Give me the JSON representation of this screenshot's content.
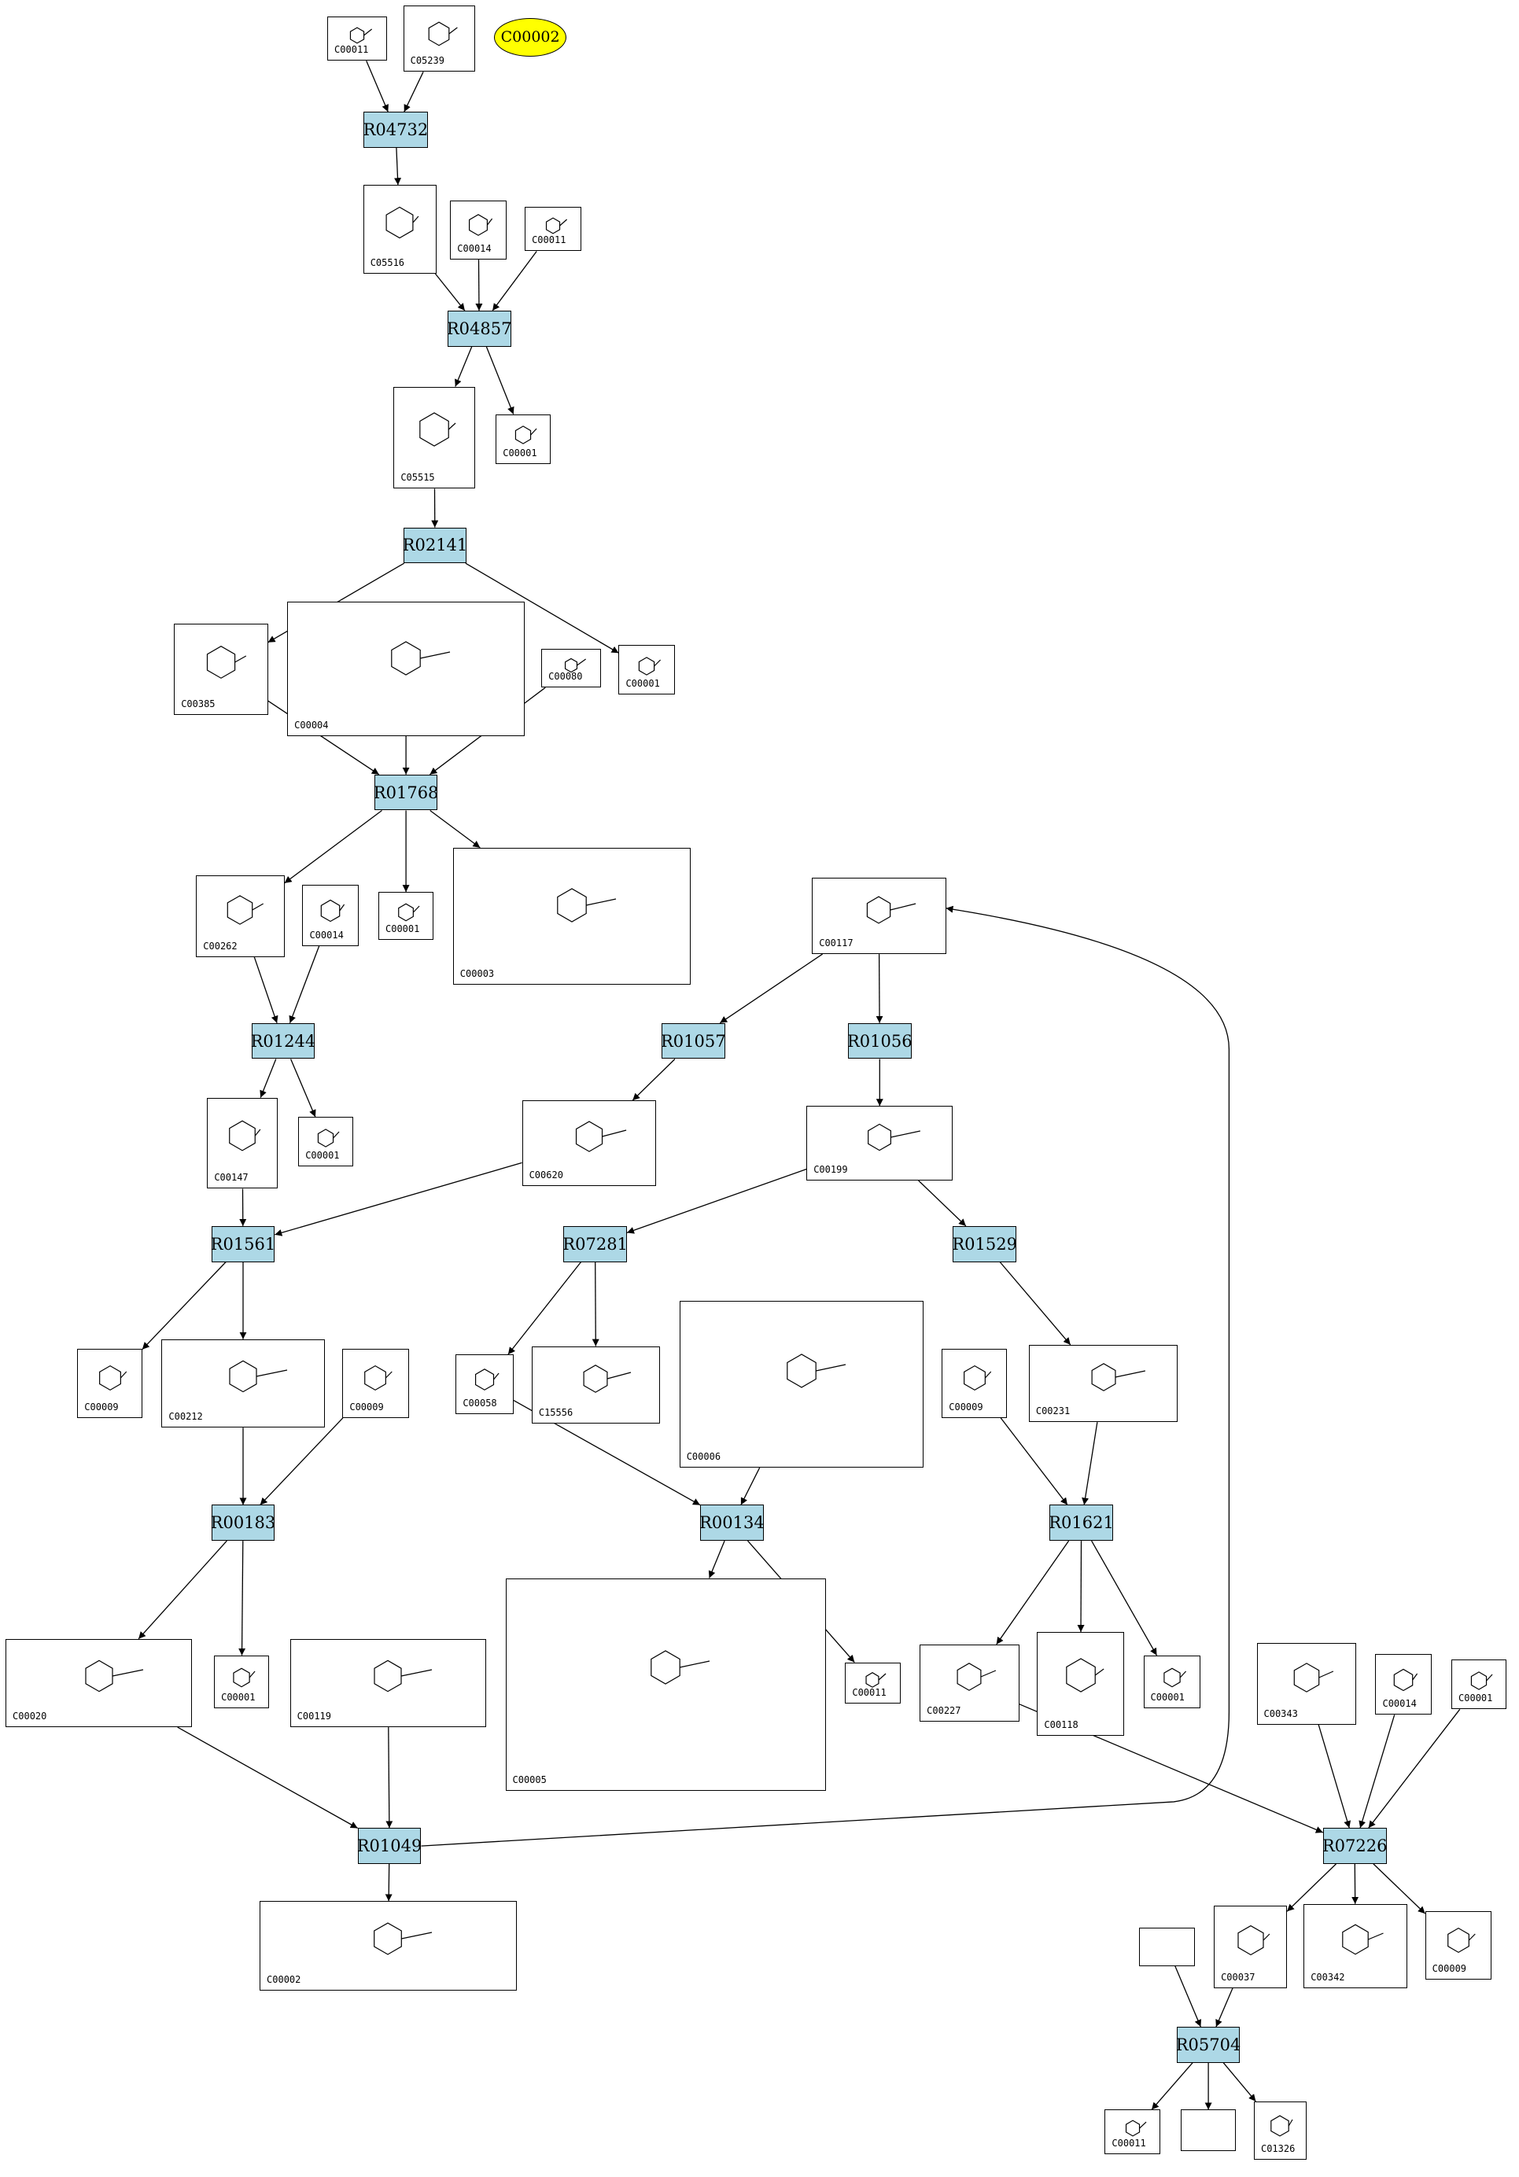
{
  "colors": {
    "reaction_fill": "#add8e6",
    "highlight_fill": "#ffff00",
    "edge": "#000000"
  },
  "nodes": [
    {
      "id": "a_c00011",
      "label": "C00011",
      "kind": "compound"
    },
    {
      "id": "a_c05239",
      "label": "C05239",
      "kind": "compound"
    },
    {
      "id": "hl_c00002",
      "label": "C00002",
      "kind": "highlight"
    },
    {
      "id": "r04732",
      "label": "R04732",
      "kind": "reaction"
    },
    {
      "id": "a_c05516",
      "label": "C05516",
      "kind": "compound"
    },
    {
      "id": "a_c00014",
      "label": "C00014",
      "kind": "compound"
    },
    {
      "id": "b_c00011",
      "label": "C00011",
      "kind": "compound"
    },
    {
      "id": "r04857",
      "label": "R04857",
      "kind": "reaction"
    },
    {
      "id": "a_c05515",
      "label": "C05515",
      "kind": "compound"
    },
    {
      "id": "a_c00001",
      "label": "C00001",
      "kind": "compound"
    },
    {
      "id": "r02141",
      "label": "R02141",
      "kind": "reaction"
    },
    {
      "id": "a_c00385",
      "label": "C00385",
      "kind": "compound"
    },
    {
      "id": "a_c00004",
      "label": "C00004",
      "kind": "compound"
    },
    {
      "id": "a_c00080",
      "label": "C00080",
      "kind": "compound"
    },
    {
      "id": "b_c00001",
      "label": "C00001",
      "kind": "compound"
    },
    {
      "id": "r01768",
      "label": "R01768",
      "kind": "reaction"
    },
    {
      "id": "a_c00262",
      "label": "C00262",
      "kind": "compound"
    },
    {
      "id": "b_c00014",
      "label": "C00014",
      "kind": "compound"
    },
    {
      "id": "c_c00001",
      "label": "C00001",
      "kind": "compound"
    },
    {
      "id": "a_c00003",
      "label": "C00003",
      "kind": "compound"
    },
    {
      "id": "a_c00117",
      "label": "C00117",
      "kind": "compound"
    },
    {
      "id": "r01057",
      "label": "R01057",
      "kind": "reaction"
    },
    {
      "id": "r01056",
      "label": "R01056",
      "kind": "reaction"
    },
    {
      "id": "r01244",
      "label": "R01244",
      "kind": "reaction"
    },
    {
      "id": "a_c00147",
      "label": "C00147",
      "kind": "compound"
    },
    {
      "id": "d_c00001",
      "label": "C00001",
      "kind": "compound"
    },
    {
      "id": "a_c00620",
      "label": "C00620",
      "kind": "compound"
    },
    {
      "id": "a_c00199",
      "label": "C00199",
      "kind": "compound"
    },
    {
      "id": "r01561",
      "label": "R01561",
      "kind": "reaction"
    },
    {
      "id": "r07281",
      "label": "R07281",
      "kind": "reaction"
    },
    {
      "id": "r01529",
      "label": "R01529",
      "kind": "reaction"
    },
    {
      "id": "a_c00009",
      "label": "C00009",
      "kind": "compound"
    },
    {
      "id": "a_c00212",
      "label": "C00212",
      "kind": "compound"
    },
    {
      "id": "b_c00009",
      "label": "C00009",
      "kind": "compound"
    },
    {
      "id": "a_c00058",
      "label": "C00058",
      "kind": "compound"
    },
    {
      "id": "a_c15556",
      "label": "C15556",
      "kind": "compound"
    },
    {
      "id": "a_c00006",
      "label": "C00006",
      "kind": "compound"
    },
    {
      "id": "c_c00009",
      "label": "C00009",
      "kind": "compound"
    },
    {
      "id": "a_c00231",
      "label": "C00231",
      "kind": "compound"
    },
    {
      "id": "r00183",
      "label": "R00183",
      "kind": "reaction"
    },
    {
      "id": "r00134",
      "label": "R00134",
      "kind": "reaction"
    },
    {
      "id": "r01621",
      "label": "R01621",
      "kind": "reaction"
    },
    {
      "id": "a_c00020",
      "label": "C00020",
      "kind": "compound"
    },
    {
      "id": "e_c00001",
      "label": "C00001",
      "kind": "compound"
    },
    {
      "id": "a_c00119",
      "label": "C00119",
      "kind": "compound"
    },
    {
      "id": "a_c00005",
      "label": "C00005",
      "kind": "compound"
    },
    {
      "id": "c_c00011",
      "label": "C00011",
      "kind": "compound"
    },
    {
      "id": "a_c00227",
      "label": "C00227",
      "kind": "compound"
    },
    {
      "id": "a_c00118",
      "label": "C00118",
      "kind": "compound"
    },
    {
      "id": "f_c00001",
      "label": "C00001",
      "kind": "compound"
    },
    {
      "id": "a_c00343",
      "label": "C00343",
      "kind": "compound"
    },
    {
      "id": "c_c00014",
      "label": "C00014",
      "kind": "compound"
    },
    {
      "id": "g_c00001",
      "label": "C00001",
      "kind": "compound"
    },
    {
      "id": "r01049",
      "label": "R01049",
      "kind": "reaction"
    },
    {
      "id": "r07226",
      "label": "R07226",
      "kind": "reaction"
    },
    {
      "id": "a_c00002",
      "label": "C00002",
      "kind": "compound"
    },
    {
      "id": "a_c00037",
      "label": "C00037",
      "kind": "compound"
    },
    {
      "id": "a_c00342",
      "label": "C00342",
      "kind": "compound"
    },
    {
      "id": "d_c00009",
      "label": "C00009",
      "kind": "compound"
    },
    {
      "id": "empty_1",
      "label": "",
      "kind": "empty"
    },
    {
      "id": "r05704",
      "label": "R05704",
      "kind": "reaction"
    },
    {
      "id": "d_c00011",
      "label": "C00011",
      "kind": "compound"
    },
    {
      "id": "empty_2",
      "label": "",
      "kind": "empty"
    },
    {
      "id": "a_c01326",
      "label": "C01326",
      "kind": "compound"
    }
  ],
  "edges": [
    [
      "a_c00011",
      "r04732"
    ],
    [
      "a_c05239",
      "r04732"
    ],
    [
      "r04732",
      "a_c05516"
    ],
    [
      "a_c05516",
      "r04857"
    ],
    [
      "a_c00014",
      "r04857"
    ],
    [
      "b_c00011",
      "r04857"
    ],
    [
      "r04857",
      "a_c05515"
    ],
    [
      "r04857",
      "a_c00001"
    ],
    [
      "a_c05515",
      "r02141"
    ],
    [
      "r02141",
      "a_c00385"
    ],
    [
      "r02141",
      "b_c00001"
    ],
    [
      "a_c00385",
      "r01768"
    ],
    [
      "a_c00004",
      "r01768"
    ],
    [
      "a_c00080",
      "r01768"
    ],
    [
      "r01768",
      "a_c00262"
    ],
    [
      "r01768",
      "c_c00001"
    ],
    [
      "r01768",
      "a_c00003"
    ],
    [
      "a_c00262",
      "r01244"
    ],
    [
      "b_c00014",
      "r01244"
    ],
    [
      "r01244",
      "a_c00147"
    ],
    [
      "r01244",
      "d_c00001"
    ],
    [
      "a_c00147",
      "r01561"
    ],
    [
      "a_c00620",
      "r01561"
    ],
    [
      "a_c00117",
      "r01057"
    ],
    [
      "a_c00117",
      "r01056"
    ],
    [
      "r01057",
      "a_c00620"
    ],
    [
      "r01056",
      "a_c00199"
    ],
    [
      "a_c00199",
      "r07281"
    ],
    [
      "a_c00199",
      "r01529"
    ],
    [
      "r01561",
      "a_c00009"
    ],
    [
      "r01561",
      "a_c00212"
    ],
    [
      "a_c00212",
      "r00183"
    ],
    [
      "b_c00009",
      "r00183"
    ],
    [
      "r07281",
      "a_c00058"
    ],
    [
      "r07281",
      "a_c15556"
    ],
    [
      "r01529",
      "a_c00231"
    ],
    [
      "a_c00058",
      "r00134"
    ],
    [
      "a_c00006",
      "r00134"
    ],
    [
      "c_c00009",
      "r01621"
    ],
    [
      "a_c00231",
      "r01621"
    ],
    [
      "r00183",
      "a_c00020"
    ],
    [
      "r00183",
      "e_c00001"
    ],
    [
      "r00134",
      "a_c00005"
    ],
    [
      "r00134",
      "c_c00011"
    ],
    [
      "r01621",
      "a_c00227"
    ],
    [
      "r01621",
      "a_c00118"
    ],
    [
      "r01621",
      "f_c00001"
    ],
    [
      "a_c00020",
      "r01049"
    ],
    [
      "a_c00119",
      "r01049"
    ],
    [
      "r01049",
      "a_c00117"
    ],
    [
      "a_c00227",
      "r07226"
    ],
    [
      "a_c00343",
      "r07226"
    ],
    [
      "c_c00014",
      "r07226"
    ],
    [
      "g_c00001",
      "r07226"
    ],
    [
      "r01049",
      "a_c00002"
    ],
    [
      "r07226",
      "a_c00037"
    ],
    [
      "r07226",
      "a_c00342"
    ],
    [
      "r07226",
      "d_c00009"
    ],
    [
      "empty_1",
      "r05704"
    ],
    [
      "a_c00037",
      "r05704"
    ],
    [
      "r05704",
      "d_c00011"
    ],
    [
      "r05704",
      "empty_2"
    ],
    [
      "r05704",
      "a_c01326"
    ]
  ]
}
